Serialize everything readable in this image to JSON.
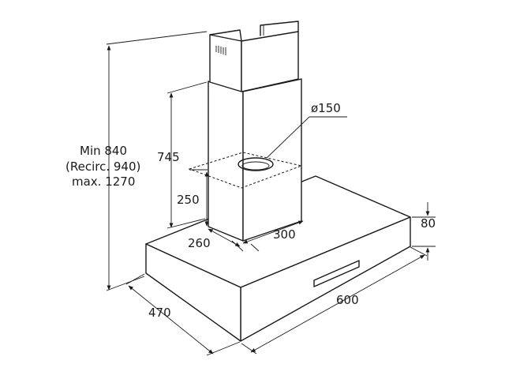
{
  "dimensions": {
    "total_height_min": "Min 840",
    "total_height_recirc": "(Recirc. 940)",
    "total_height_max": "max. 1270",
    "chimney_height": "745",
    "chimney_lower": "250",
    "outlet_diameter": "ø150",
    "chimney_depth": "260",
    "chimney_width": "300",
    "hood_thickness": "80",
    "hood_depth": "470",
    "hood_width": "600"
  },
  "icons": {
    "vent_grille": "vent-grille-icon",
    "control_panel": "control-panel-icon"
  }
}
